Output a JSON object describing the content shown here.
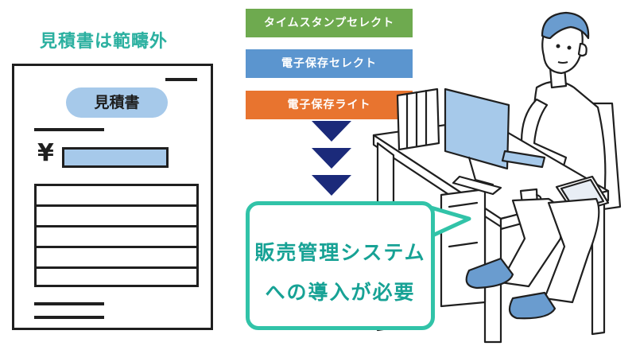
{
  "heading": "見積書は範疇外",
  "document": {
    "pill_label": "見積書",
    "yen_symbol": "¥"
  },
  "plans": [
    {
      "label": "タイムスタンプセレクト",
      "color": "#6eaa4f"
    },
    {
      "label": "電子保存セレクト",
      "color": "#5b95cf"
    },
    {
      "label": "電子保存ライト",
      "color": "#e8742f"
    }
  ],
  "bubble": {
    "line1": "販売管理システム",
    "line2": "への導入が必要"
  },
  "colors": {
    "accent_teal": "#31c3a8",
    "doc_fill": "#a6c9ea",
    "arrow_navy": "#1b2a7a"
  }
}
